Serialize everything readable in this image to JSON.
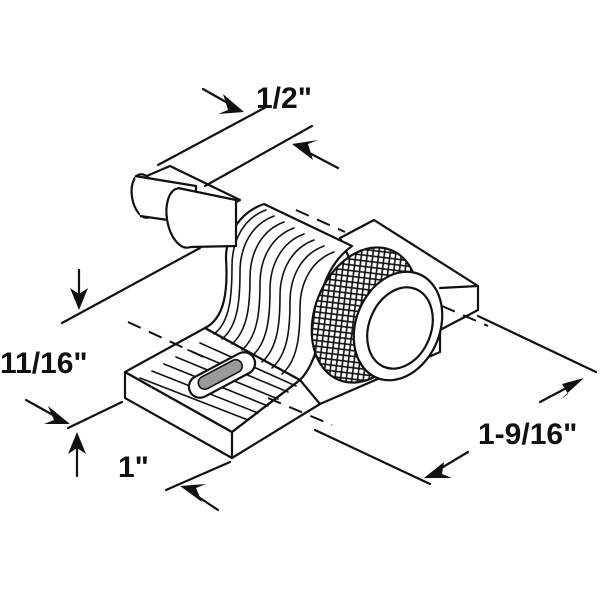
{
  "diagram": {
    "dimensions": {
      "width_top": "1/2\"",
      "height": "11/16\"",
      "depth": "1\"",
      "length": "1-9/16\""
    },
    "colors": {
      "line": "#111111",
      "background": "#ffffff",
      "slot_fill": "#9a9a9a"
    }
  }
}
